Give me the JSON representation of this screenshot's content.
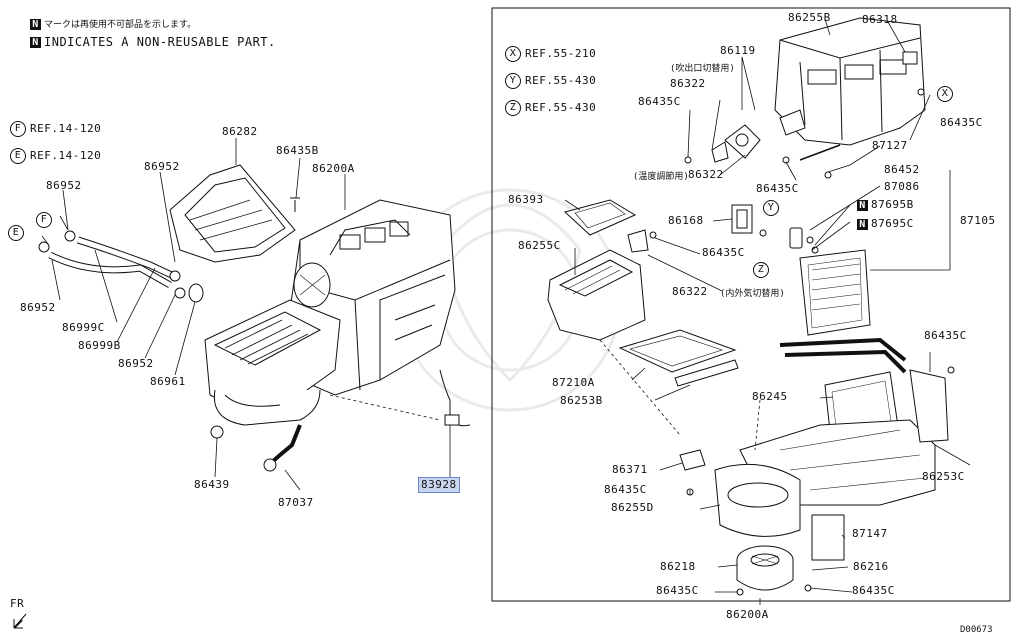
{
  "legend": {
    "jp_note": "マークは再使用不可部品を示します。",
    "en_note": "INDICATES A NON-REUSABLE PART.",
    "n_mark": "N"
  },
  "refs_left": [
    {
      "letter": "F",
      "text": "REF.14-120"
    },
    {
      "letter": "E",
      "text": "REF.14-120"
    }
  ],
  "refs_right": [
    {
      "letter": "X",
      "text": "REF.55-210"
    },
    {
      "letter": "Y",
      "text": "REF.55-430"
    },
    {
      "letter": "Z",
      "text": "REF.55-430"
    }
  ],
  "left_parts": {
    "p86282": "86282",
    "p86435B": "86435B",
    "p86200A": "86200A",
    "p86952a": "86952",
    "p86952b": "86952",
    "p86952c": "86952",
    "p86952d": "86952",
    "p86999C": "86999C",
    "p86999B": "86999B",
    "p86961": "86961",
    "p86439": "86439",
    "p87037": "87037",
    "p83928": "83928",
    "callout_F": "F",
    "callout_E": "E"
  },
  "right_parts": {
    "p86255B": "86255B",
    "p86318": "86318",
    "p86119": "86119",
    "jp_outlet": "(吹出口切替用)",
    "p86322a": "86322",
    "p86435Ca": "86435C",
    "p86435Cb": "86435C",
    "jp_temp": "(温度調節用)",
    "p86322b": "86322",
    "p86435Cc": "86435C",
    "p87127": "87127",
    "p86452": "86452",
    "p87086": "87086",
    "p87695B": "87695B",
    "p87695C": "87695C",
    "p87105": "87105",
    "p86393": "86393",
    "p86168": "86168",
    "p86435Cd": "86435C",
    "p86255C": "86255C",
    "p86322c": "86322",
    "jp_inout": "(内外気切替用)",
    "p87210A": "87210A",
    "p86253B": "86253B",
    "p86435Ce": "86435C",
    "p86245": "86245",
    "p86371": "86371",
    "p86435Cf": "86435C",
    "p86253C": "86253C",
    "p86255D": "86255D",
    "p87147": "87147",
    "p86218": "86218",
    "p86216": "86216",
    "p86435Cg": "86435C",
    "p86435Ch": "86435C",
    "p86200A": "86200A",
    "callout_X": "X",
    "callout_Y": "Y",
    "callout_Z": "Z"
  },
  "footer": {
    "front_label": "FR",
    "diagram_code": "D00673"
  }
}
